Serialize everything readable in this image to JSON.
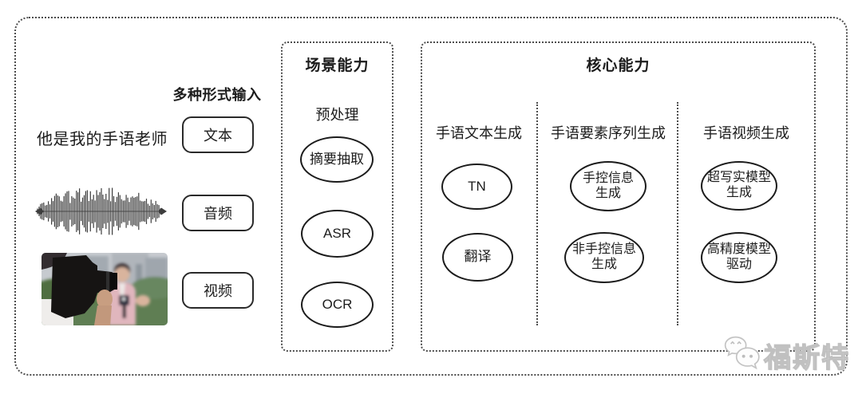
{
  "input_section": {
    "heading": "多种形式输入",
    "text_sample": "他是我的手语老师",
    "buttons": [
      {
        "label": "文本"
      },
      {
        "label": "音频"
      },
      {
        "label": "视频"
      }
    ],
    "illustrations": [
      {
        "name": "audio-waveform"
      },
      {
        "name": "news-reporter-photo"
      }
    ]
  },
  "scene_box": {
    "title": "场景能力",
    "subtitle": "预处理",
    "nodes": [
      {
        "label": "摘要抽取"
      },
      {
        "label": "ASR"
      },
      {
        "label": "OCR"
      }
    ]
  },
  "core_box": {
    "title": "核心能力",
    "columns": [
      {
        "label": "手语文本生成",
        "nodes": [
          {
            "label": "TN"
          },
          {
            "label": "翻译"
          }
        ]
      },
      {
        "label": "手语要素序列生成",
        "nodes": [
          {
            "label": "手控信息\n生成"
          },
          {
            "label": "非手控信息\n生成"
          }
        ]
      },
      {
        "label": "手语视频生成",
        "nodes": [
          {
            "label": "超写实模型\n生成"
          },
          {
            "label": "高精度模型\n驱动"
          }
        ]
      }
    ]
  },
  "watermark": {
    "text": "福斯特",
    "logo": "chat-bubbles-icon"
  },
  "colors": {
    "line": "#1b1b1b",
    "dotted_border": "#4d4d4d",
    "watermark_gray": "#c0c0c0",
    "background": "#ffffff"
  }
}
